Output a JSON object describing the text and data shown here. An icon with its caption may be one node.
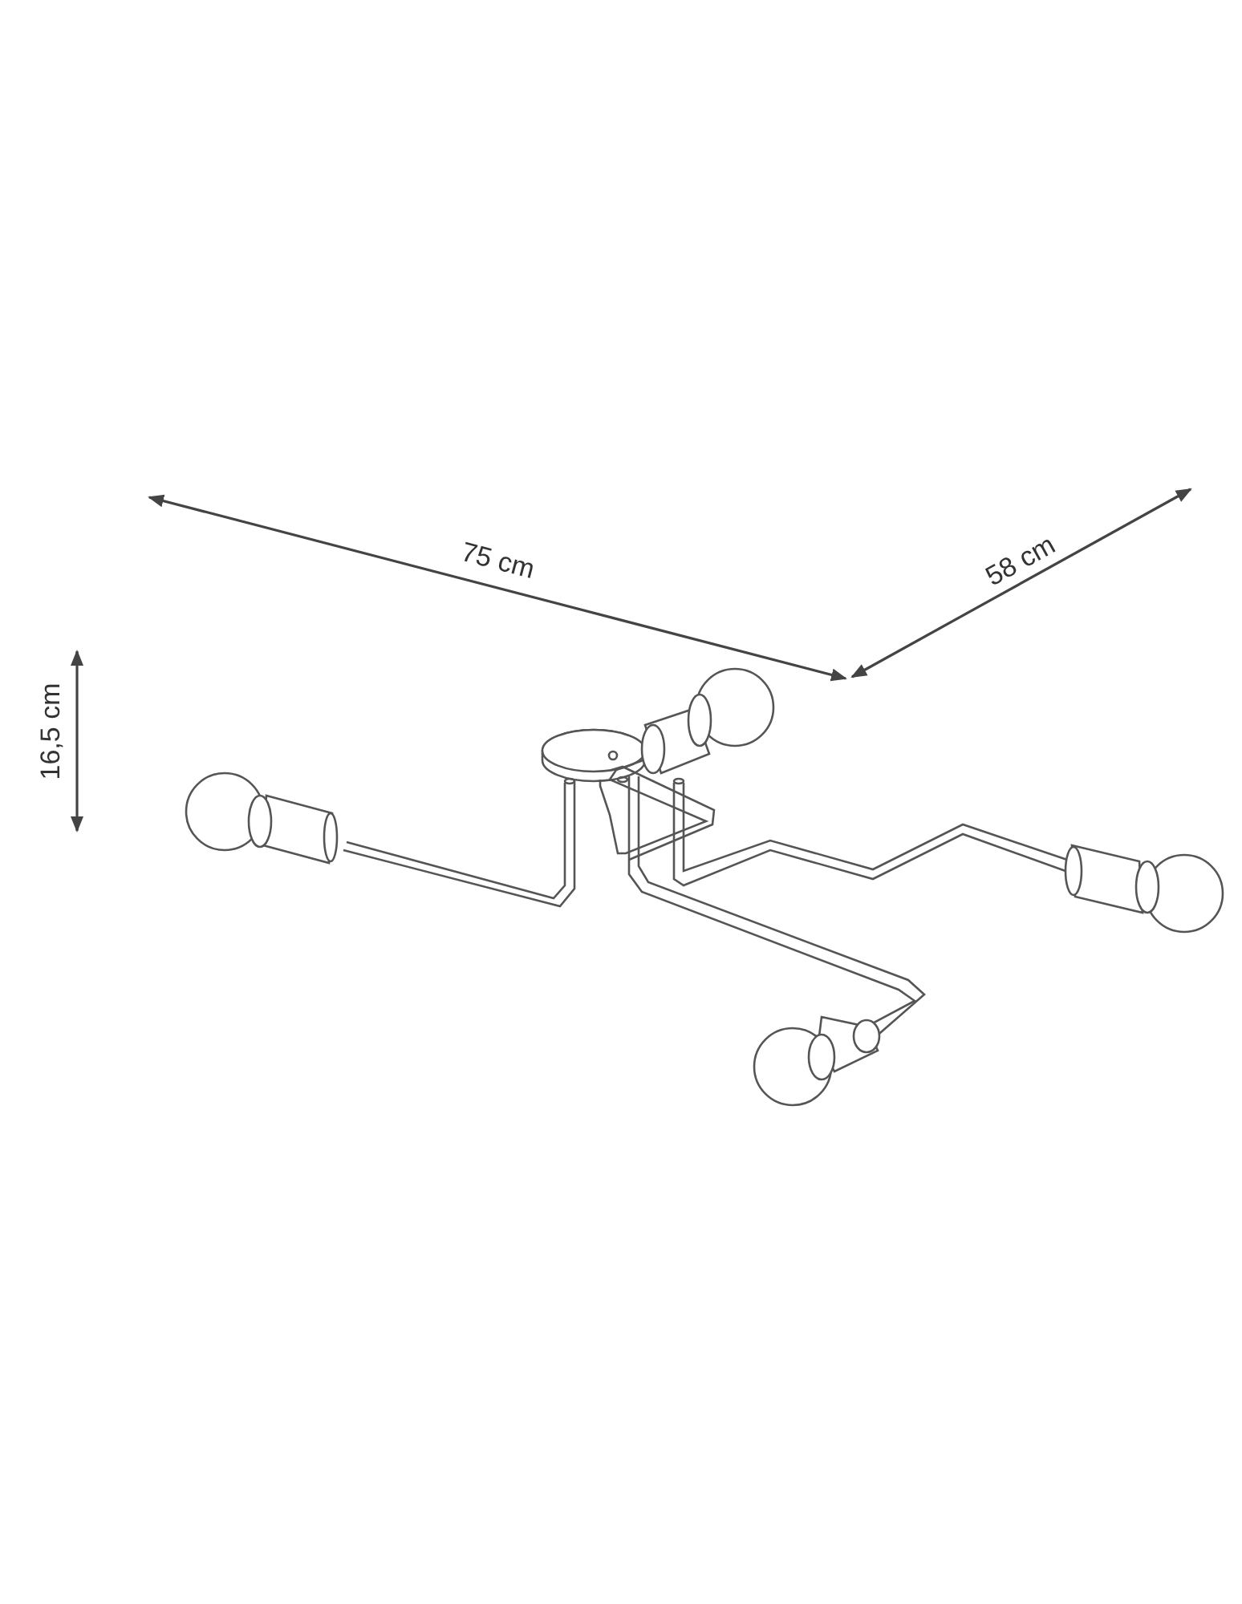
{
  "diagram": {
    "labels": [
      "75 cm",
      "58 cm",
      "16,5 cm"
    ]
  }
}
